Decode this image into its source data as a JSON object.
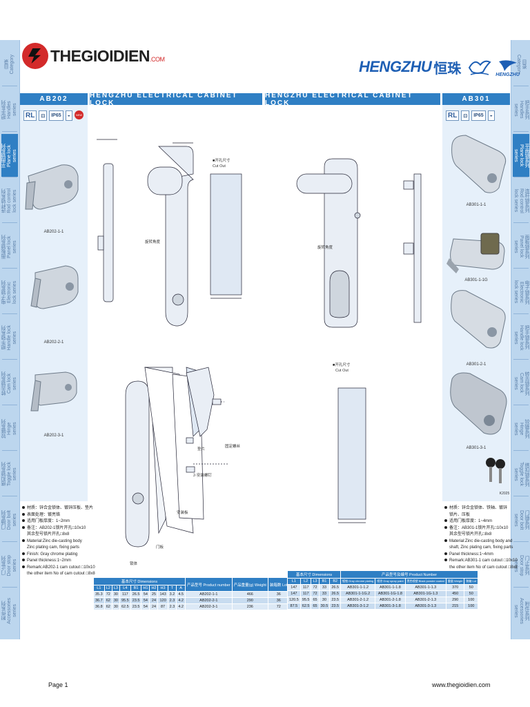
{
  "header": {
    "left_logo_text": "THEGIOIDIEN",
    "left_logo_suffix": ".COM",
    "right_logo_text": "HENGZHU",
    "right_logo_cn": "恒珠",
    "right_logo_small": "HENGZHU"
  },
  "left_page": {
    "model": "AB202",
    "banner": "HENGZHU ELECTRICAL CABINET LOCK",
    "badges": [
      "RL",
      "IP65"
    ],
    "products": [
      {
        "label": "AB202-1-1"
      },
      {
        "label": "AB202-2-1"
      },
      {
        "label": "AB202-3-1"
      }
    ],
    "drawing_labels": {
      "cutout": "开孔尺寸\nCut Out",
      "rotation": "旋转角度",
      "screw": "固定螺丝",
      "washer": "垫片",
      "seal": "2-安装螺钉",
      "body": "锁体",
      "door": "门板",
      "gasket": "安装板"
    },
    "notes": [
      "材质：锌合金锁体、镀锌压板、垫片",
      "表面处理：镀亮铬",
      "适用门板厚度：1~2mm",
      "备注：AB202-1锁片开孔□10x10",
      "其余型号锁片开孔□8x8",
      "Material:Zinc die-casting body",
      "Zinc plating cam, fixing parts",
      "Finish: Gray chrome plating",
      "Panel thickness:1~2mm",
      "Remark:AB202-1 cam cutout □10x10",
      "the other item No of cam cutout □8x8"
    ],
    "table": {
      "header_dims": "基本尺寸 Dimensions",
      "header_product": "产品型号 Product number",
      "header_weight": "产品重量(g) Weight",
      "header_lot": "装箱数 Lot",
      "cols": [
        "L1",
        "L2",
        "L3",
        "L4",
        "B1",
        "H1",
        "H2",
        "H3",
        "T",
        "A"
      ],
      "rows": [
        {
          "dims": [
            "35.3",
            "72",
            "30",
            "117",
            "26.5",
            "54",
            "25",
            "143",
            "3.2",
            "4.5"
          ],
          "pn": "AB202-1-1",
          "w": "466",
          "lot": "36"
        },
        {
          "dims": [
            "36.7",
            "62",
            "30",
            "95.5",
            "23.5",
            "54",
            "24",
            "120",
            "2.3",
            "4.2"
          ],
          "pn": "AB202-2-1",
          "w": "290",
          "lot": "36"
        },
        {
          "dims": [
            "36.8",
            "62",
            "30",
            "62.5",
            "23.5",
            "54",
            "24",
            "87",
            "2.3",
            "4.2"
          ],
          "pn": "AB202-3-1",
          "w": "236",
          "lot": "72"
        }
      ]
    }
  },
  "right_page": {
    "model": "AB301",
    "banner": "HENGZHU ELECTRICAL CABINET LOCK",
    "badges": [
      "RL",
      "IP65"
    ],
    "products": [
      {
        "label": "AB301-1-1"
      },
      {
        "label": "AB301-1-1G"
      },
      {
        "label": "AB301-2-1"
      },
      {
        "label": "AB301-3-1"
      }
    ],
    "key_label": "K2025",
    "drawing_labels": {
      "cutout": "开孔尺寸\nCut Out",
      "rotation": "旋转角度"
    },
    "notes": [
      "材质：锌合金锁体、铁轴、镀锌",
      "锁片、压板",
      "适用门板厚度：1~4mm",
      "备注：AB301-1锁片开孔□10x10",
      "其余型号锁片开孔□8x8",
      "Material:Zinc die-casting body and",
      "shaft, Zinc plating cam, fixing parts",
      "Panel thickness:1~4mm",
      "Remark:AB301-1 cam cutout □10x10",
      "the other item No of cam cutout □8x8"
    ],
    "table": {
      "header_dims": "基本尺寸 Dimensions",
      "header_product": "产品型号及编号 Product Number",
      "cols": [
        "L1",
        "L2",
        "L3",
        "B1",
        "B2"
      ],
      "sub_cols": [
        "镀铬 Gray chrome plating",
        "喷涂 Gray spray paint",
        "黑色喷塑 Black powder coated",
        "重量 Weight",
        "装箱 Lot"
      ],
      "rows": [
        {
          "dims": [
            "147",
            "117",
            "72",
            "33",
            "26.5"
          ],
          "a": "AB301-1-1.2",
          "b": "AB301-1-1.8",
          "c": "AB301-1-1.3",
          "w": "370",
          "lot": "50"
        },
        {
          "dims": [
            "147",
            "117",
            "72",
            "33",
            "26.5"
          ],
          "a": "AB301-1-1G.2",
          "b": "AB301-1G-1.8",
          "c": "AB301-1G-1.3",
          "w": "450",
          "lot": "50"
        },
        {
          "dims": [
            "120.5",
            "95.5",
            "65",
            "30",
            "23.5"
          ],
          "a": "AB301-2-1.2",
          "b": "AB301-2-1.8",
          "c": "AB301-2-1.3",
          "w": "290",
          "lot": "100"
        },
        {
          "dims": [
            "87.5",
            "62.5",
            "65",
            "30.5",
            "23.5"
          ],
          "a": "AB301-3-1.2",
          "b": "AB301-3-1.8",
          "c": "AB301-3-1.3",
          "w": "215",
          "lot": "100"
        }
      ]
    }
  },
  "side_tabs_left": [
    "目录\nCategory",
    "把手系列\nHandles\nseries",
    "平面锁系列\nPlane lock\nseries",
    "连杆锁系列\nRod control\nlock series",
    "面板锁系列\nPanel lock\nseries",
    "电子锁系列\nElectronic\nlock series",
    "把手锁系列\nHandle lock\nseries",
    "转舌锁系列\nCam lock\nseries",
    "铰链系列\nHinge\nseries",
    "搭扣锁系列\nToggle lock\nseries",
    "门插系列\nDoor bolt\nseries",
    "门止系列\nDoor stop\nseries",
    "附件系列\nAccessories\nseries"
  ],
  "side_tabs_right": [
    "目录\nCategory",
    "把手系列\nHandles\nseries",
    "平面锁系列\nPlane lock\nseries",
    "连杆锁系列\nRod control\nlock series",
    "面板锁系列\nPanel lock\nseries",
    "电子锁系列\nElectronic\nlock series",
    "把手锁系列\nHandle lock\nseries",
    "转舌锁系列\nCam lock\nseries",
    "铰链系列\nHinge\nseries",
    "搭扣锁系列\nToggle lock\nseries",
    "门插系列\nDoor bolt\nseries",
    "门止系列\nDoor stop\nseries",
    "附件系列\nAccessories\nseries"
  ],
  "footer": {
    "page": "Page 1",
    "url": "www.thegioidien.com"
  },
  "colors": {
    "accent": "#2f7fc4",
    "sidebar": "#bcd6ee",
    "panel": "#e6f0fa",
    "logo_red": "#d32a2a"
  }
}
